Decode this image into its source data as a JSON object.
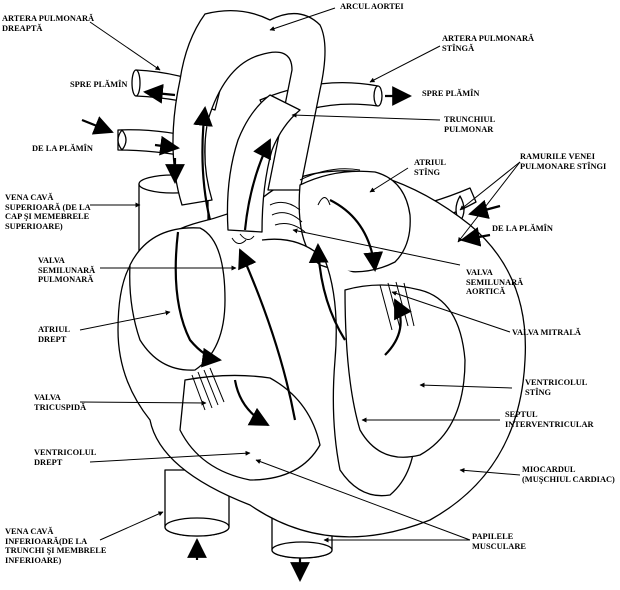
{
  "labels": {
    "arcul_aortei": "ARCUL AORTEI",
    "artera_pulm_dreapta": "ARTERA PULMONARĂ\nDREAPTĂ",
    "artera_pulm_stanga": "ARTERA PULMONARĂ\nSTÎNGĂ",
    "spre_plamin_left": "SPRE PLĂMÎN",
    "spre_plamin_right": "SPRE PLĂMÎN",
    "trunchiul_pulmonar": "TRUNCHIUL\nPULMONAR",
    "de_la_plamin_left": "DE LA PLĂMÎN",
    "atriul_sting": "ATRIUL\nSTÎNG",
    "ramurile_venei": "RAMURILE VENEI\nPULMONARE STÎNGI",
    "vena_cava_sup": "VENA CAVĂ\nSUPERIOARĂ (DE LA\nCAP ŞI MEMEBRELE\nSUPERIOARE)",
    "de_la_plamin_right": "DE LA PLĂMÎN",
    "valva_semilunara_pulm": "VALVA\nSEMILUNARĂ\nPULMONARĂ",
    "valva_semilunara_aort": "VALVA\nSEMILUNARĂ\nAORTICĂ",
    "atriul_drept": "ATRIUL\nDREPT",
    "valva_mitrala": "VALVA MITRALĂ",
    "ventriculul_sting": "VENTRICOLUL\nSTÎNG",
    "valva_tricuspida": "VALVA\nTRICUSPIDĂ",
    "septul": "SEPTUL\nINTERVENTRICULAR",
    "ventriculul_drept": "VENTRICOLUL\nDREPT",
    "miocardul": "MIOCARDUL\n(MUŞCHIUL CARDIAC)",
    "vena_cava_inf": "VENA CAVĂ\nINFERIOARĂ(DE LA\nTRUNCHI ŞI MEMBRELE\nINFERIOARE)",
    "papilele": "PAPILELE\nMUSCULARE"
  },
  "colors": {
    "ink": "#000000",
    "paper": "#ffffff"
  }
}
